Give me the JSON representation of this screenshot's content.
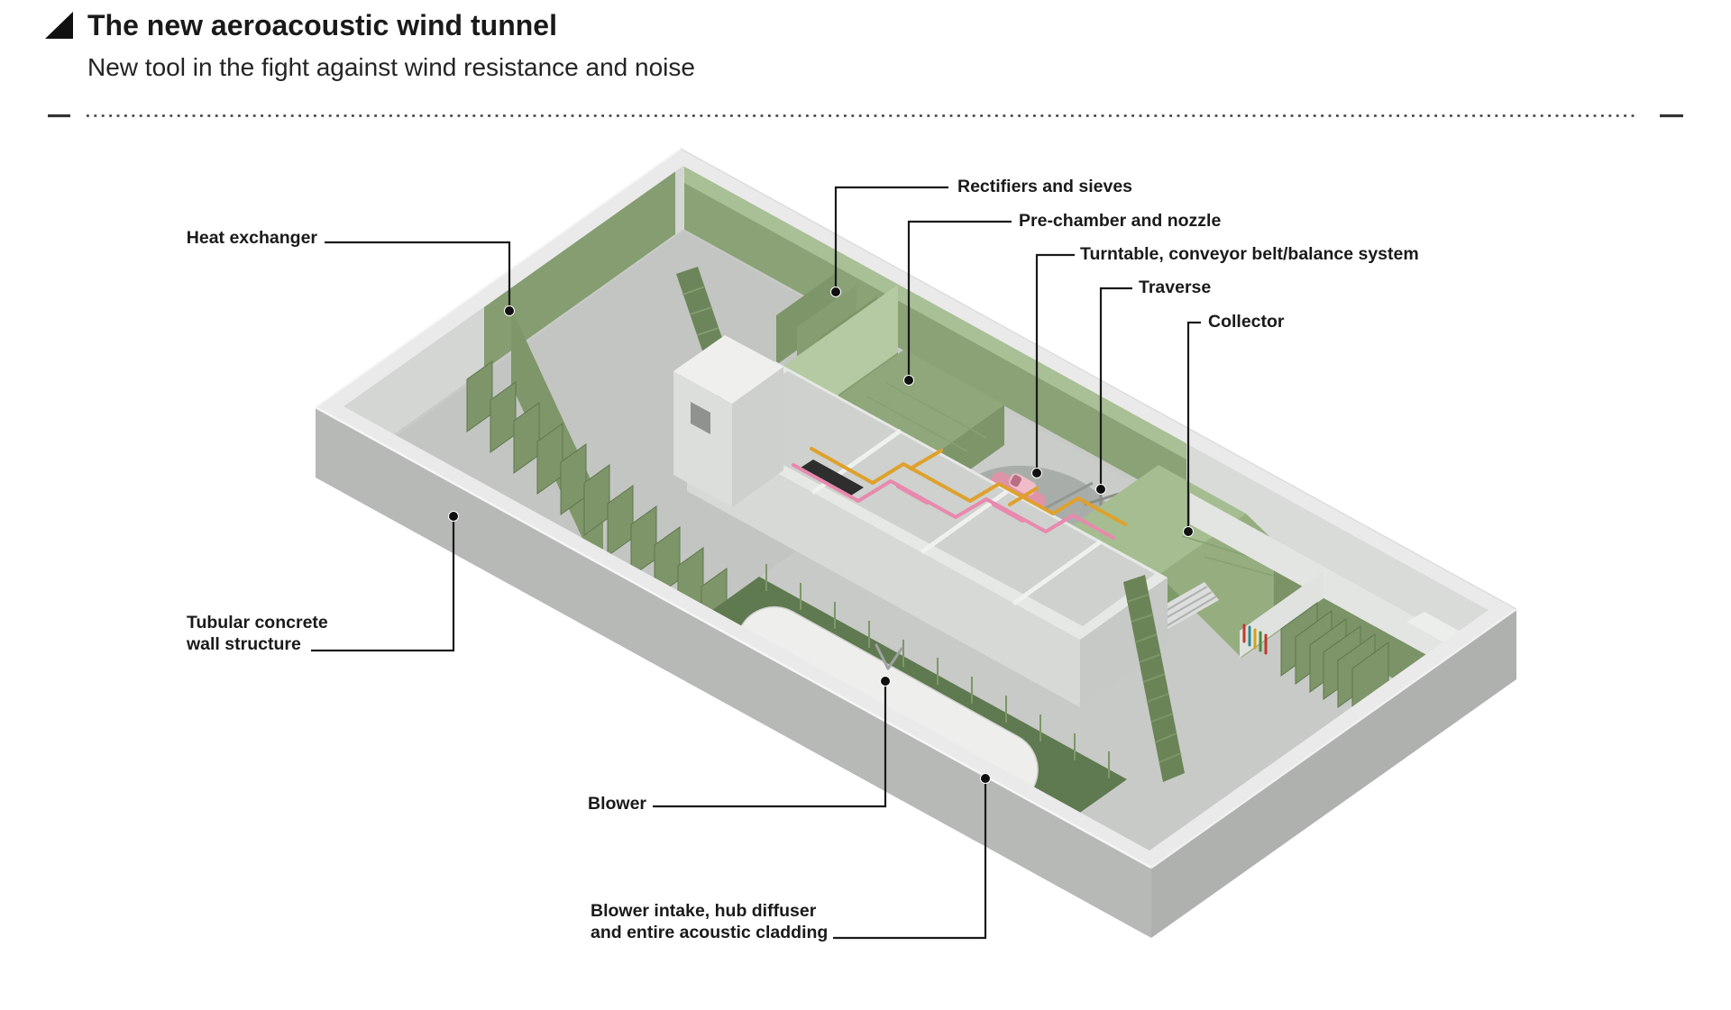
{
  "header": {
    "marker_icon": "triangle-marker",
    "title": "The new aeroacoustic wind tunnel",
    "subtitle": "New tool in the fight against wind resistance and noise"
  },
  "colors": {
    "text": "#1a1a1a",
    "leader_line": "#1a1a1a",
    "wall_gray": "#b6b9b6",
    "rim_gray": "#e9eae9",
    "floor_gray": "#c7cac6",
    "acoustic_green": "#859d71",
    "dark_green": "#5f7950",
    "collector_green": "#a5bd90",
    "car_pink": "#df93a8",
    "pipe_orange": "#dfa12c",
    "pipe_pink": "#e889ad"
  },
  "diagram": {
    "type": "isometric-cutaway-illustration",
    "subject": "aeroacoustic wind tunnel building",
    "labels": [
      {
        "id": "heat-exchanger",
        "text": "Heat exchanger"
      },
      {
        "id": "rectifiers",
        "text": "Rectifiers and sieves"
      },
      {
        "id": "pre-chamber",
        "text": "Pre-chamber and nozzle"
      },
      {
        "id": "turntable",
        "text": "Turntable, conveyor belt/balance system"
      },
      {
        "id": "traverse",
        "text": "Traverse"
      },
      {
        "id": "collector",
        "text": "Collector"
      },
      {
        "id": "tubular-wall",
        "line1": "Tubular concrete",
        "line2": "wall structure"
      },
      {
        "id": "blower",
        "text": "Blower"
      },
      {
        "id": "blower-intake",
        "line1": "Blower intake, hub diffuser",
        "line2": "and entire acoustic cladding"
      }
    ]
  }
}
